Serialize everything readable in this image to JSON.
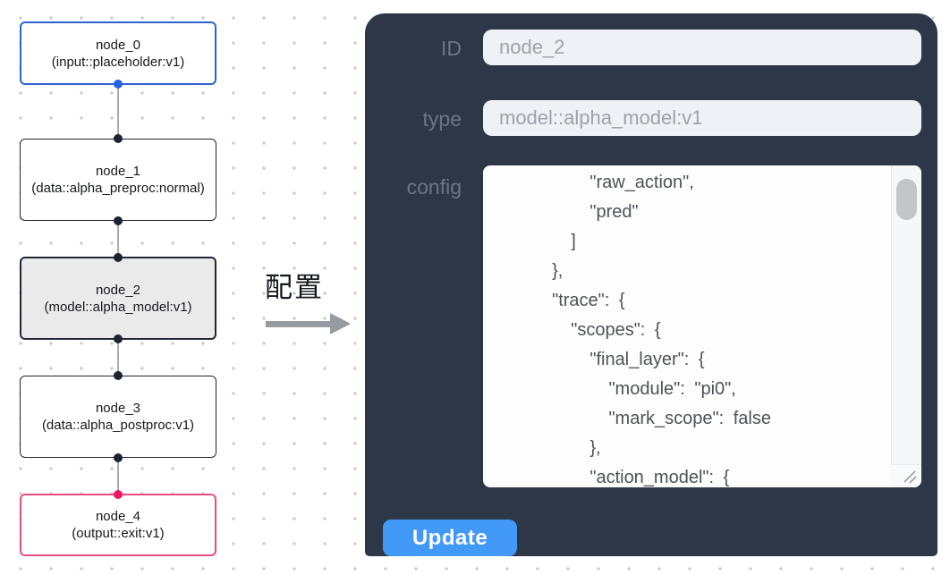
{
  "flow": {
    "nodes": [
      {
        "title": "node_0",
        "subtitle": "(input::placeholder:v1)",
        "variant": "input"
      },
      {
        "title": "node_1",
        "subtitle": "(data::alpha_preproc:normal)",
        "variant": "default"
      },
      {
        "title": "node_2",
        "subtitle": "(model::alpha_model:v1)",
        "variant": "selected"
      },
      {
        "title": "node_3",
        "subtitle": "(data::alpha_postproc:v1)",
        "variant": "default"
      },
      {
        "title": "node_4",
        "subtitle": "(output::exit:v1)",
        "variant": "output"
      }
    ]
  },
  "transition": {
    "label": "配置",
    "arrow_icon": "right-arrow"
  },
  "panel": {
    "id_field": {
      "label": "ID",
      "value": "node_2"
    },
    "type_field": {
      "label": "type",
      "value": "model::alpha_model:v1"
    },
    "config_field": {
      "label": "config",
      "value": "      \"raw_action\",\n      \"pred\"\n    ]\n  },\n  \"trace\": {\n    \"scopes\": {\n      \"final_layer\": {\n        \"module\": \"pi0\",\n        \"mark_scope\": false\n      },\n      \"action_model\": {"
    },
    "update_button": "Update"
  },
  "colors": {
    "panel_bg": "#2d3748",
    "accent_blue": "#4299f7",
    "input_node_border": "#2e62cf",
    "output_node_border": "#e74d82",
    "handle_blue": "#2563eb",
    "handle_pink": "#ea1a5f",
    "handle_dark": "#1d2330",
    "selected_node_bg": "#eaeaeb",
    "field_bg": "#eef1f5",
    "label_gray": "#6b7583"
  }
}
